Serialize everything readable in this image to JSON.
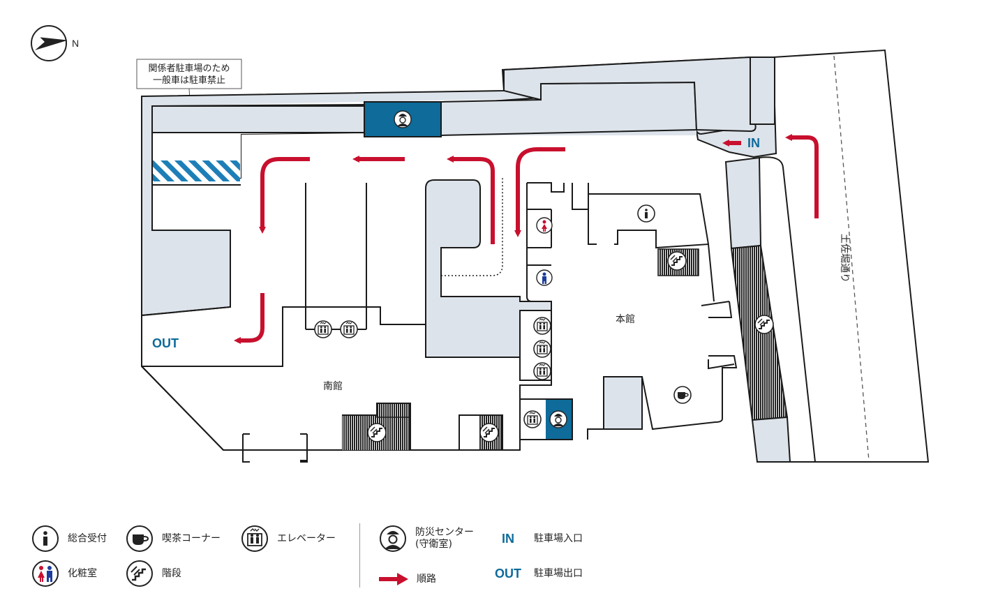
{
  "compass": {
    "north_label": "N"
  },
  "notice": {
    "line1": "関係者駐車場のため",
    "line2": "一般車は駐車禁止"
  },
  "labels": {
    "in": "IN",
    "out": "OUT",
    "south_building": "南館",
    "main_building": "本館",
    "street": "土佐堀通り"
  },
  "legend": {
    "info": "総合受付",
    "cafe": "喫茶コーナー",
    "elevator": "エレベーター",
    "restroom": "化粧室",
    "stairs": "階段",
    "security_line1": "防災センター",
    "security_line2": "(守衛室)",
    "route": "順路",
    "in_code": "IN",
    "in_text": "駐車場入口",
    "out_code": "OUT",
    "out_text": "駐車場出口"
  },
  "colors": {
    "route_red": "#c8102e",
    "accent_blue": "#0e6b9a",
    "area_gray": "#dde3ea",
    "line_dark": "#1a1a1a"
  },
  "icons": [
    "info-icon",
    "cafe-icon",
    "elevator-icon",
    "restroom-icon",
    "male-restroom-icon",
    "female-restroom-icon",
    "stairs-icon",
    "security-icon",
    "route-arrow-icon",
    "compass-icon"
  ]
}
